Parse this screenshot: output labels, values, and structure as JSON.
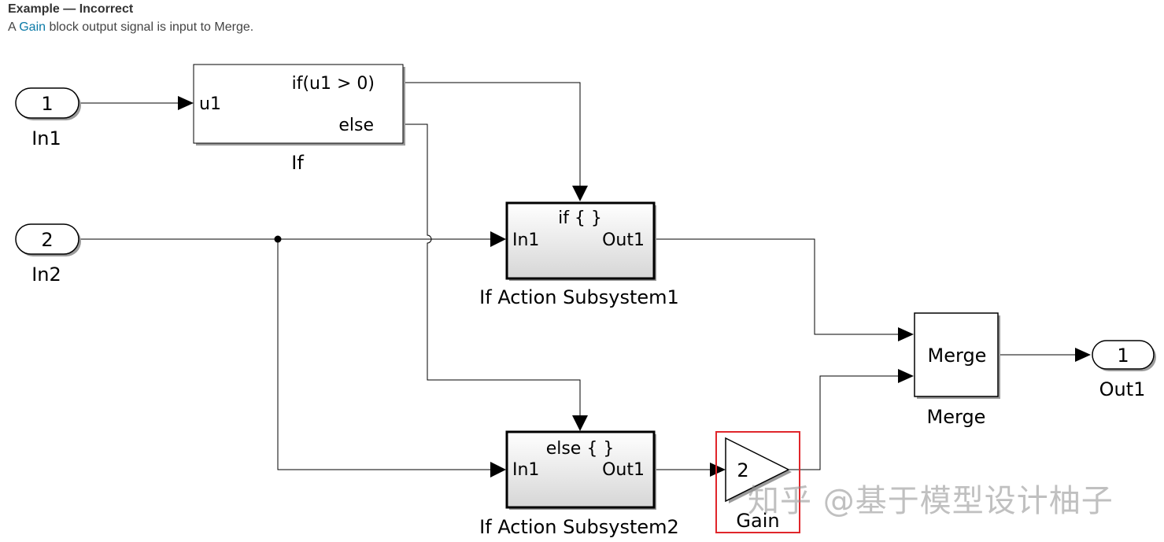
{
  "header": {
    "title": "Example — Incorrect",
    "subtitle_prefix": "A ",
    "subtitle_link": "Gain",
    "subtitle_suffix": " block output signal is input to Merge."
  },
  "blocks": {
    "in1": {
      "value": "1",
      "label": "In1"
    },
    "in2": {
      "value": "2",
      "label": "In2"
    },
    "if_block": {
      "input_port": "u1",
      "cond_port": "if(u1 > 0)",
      "else_port": "else",
      "label": "If"
    },
    "subsystem1": {
      "header": "if { }",
      "in_port": "In1",
      "out_port": "Out1",
      "label": "If Action Subsystem1"
    },
    "subsystem2": {
      "header": "else { }",
      "in_port": "In1",
      "out_port": "Out1",
      "label": "If Action Subsystem2"
    },
    "gain": {
      "value": "2",
      "label": "Gain"
    },
    "merge": {
      "text": "Merge",
      "label": "Merge"
    },
    "out1": {
      "value": "1",
      "label": "Out1"
    }
  },
  "highlight_color": "#e0262b",
  "link_color": "#0b7aa7",
  "watermark": "知乎 @基于模型设计柚子"
}
